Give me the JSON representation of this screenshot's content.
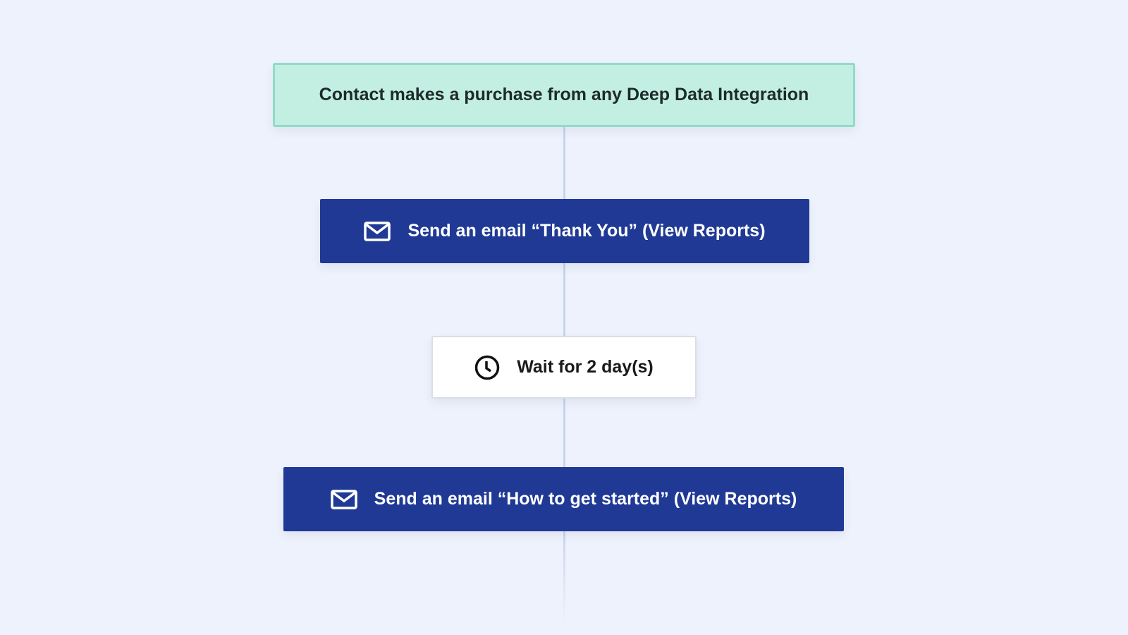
{
  "workflow": {
    "trigger": {
      "label": "Contact makes a purchase from any Deep Data Integration"
    },
    "steps": [
      {
        "type": "email",
        "icon": "envelope-icon",
        "label": "Send an email “Thank You” (View Reports)"
      },
      {
        "type": "wait",
        "icon": "clock-icon",
        "label": "Wait for 2 day(s)"
      },
      {
        "type": "email",
        "icon": "envelope-icon",
        "label": "Send an email “How to get started” (View Reports)"
      }
    ]
  },
  "colors": {
    "background": "#eef2fc",
    "trigger": "#c3eee2",
    "email": "#1f3995",
    "connector": "#c9d4ee"
  }
}
